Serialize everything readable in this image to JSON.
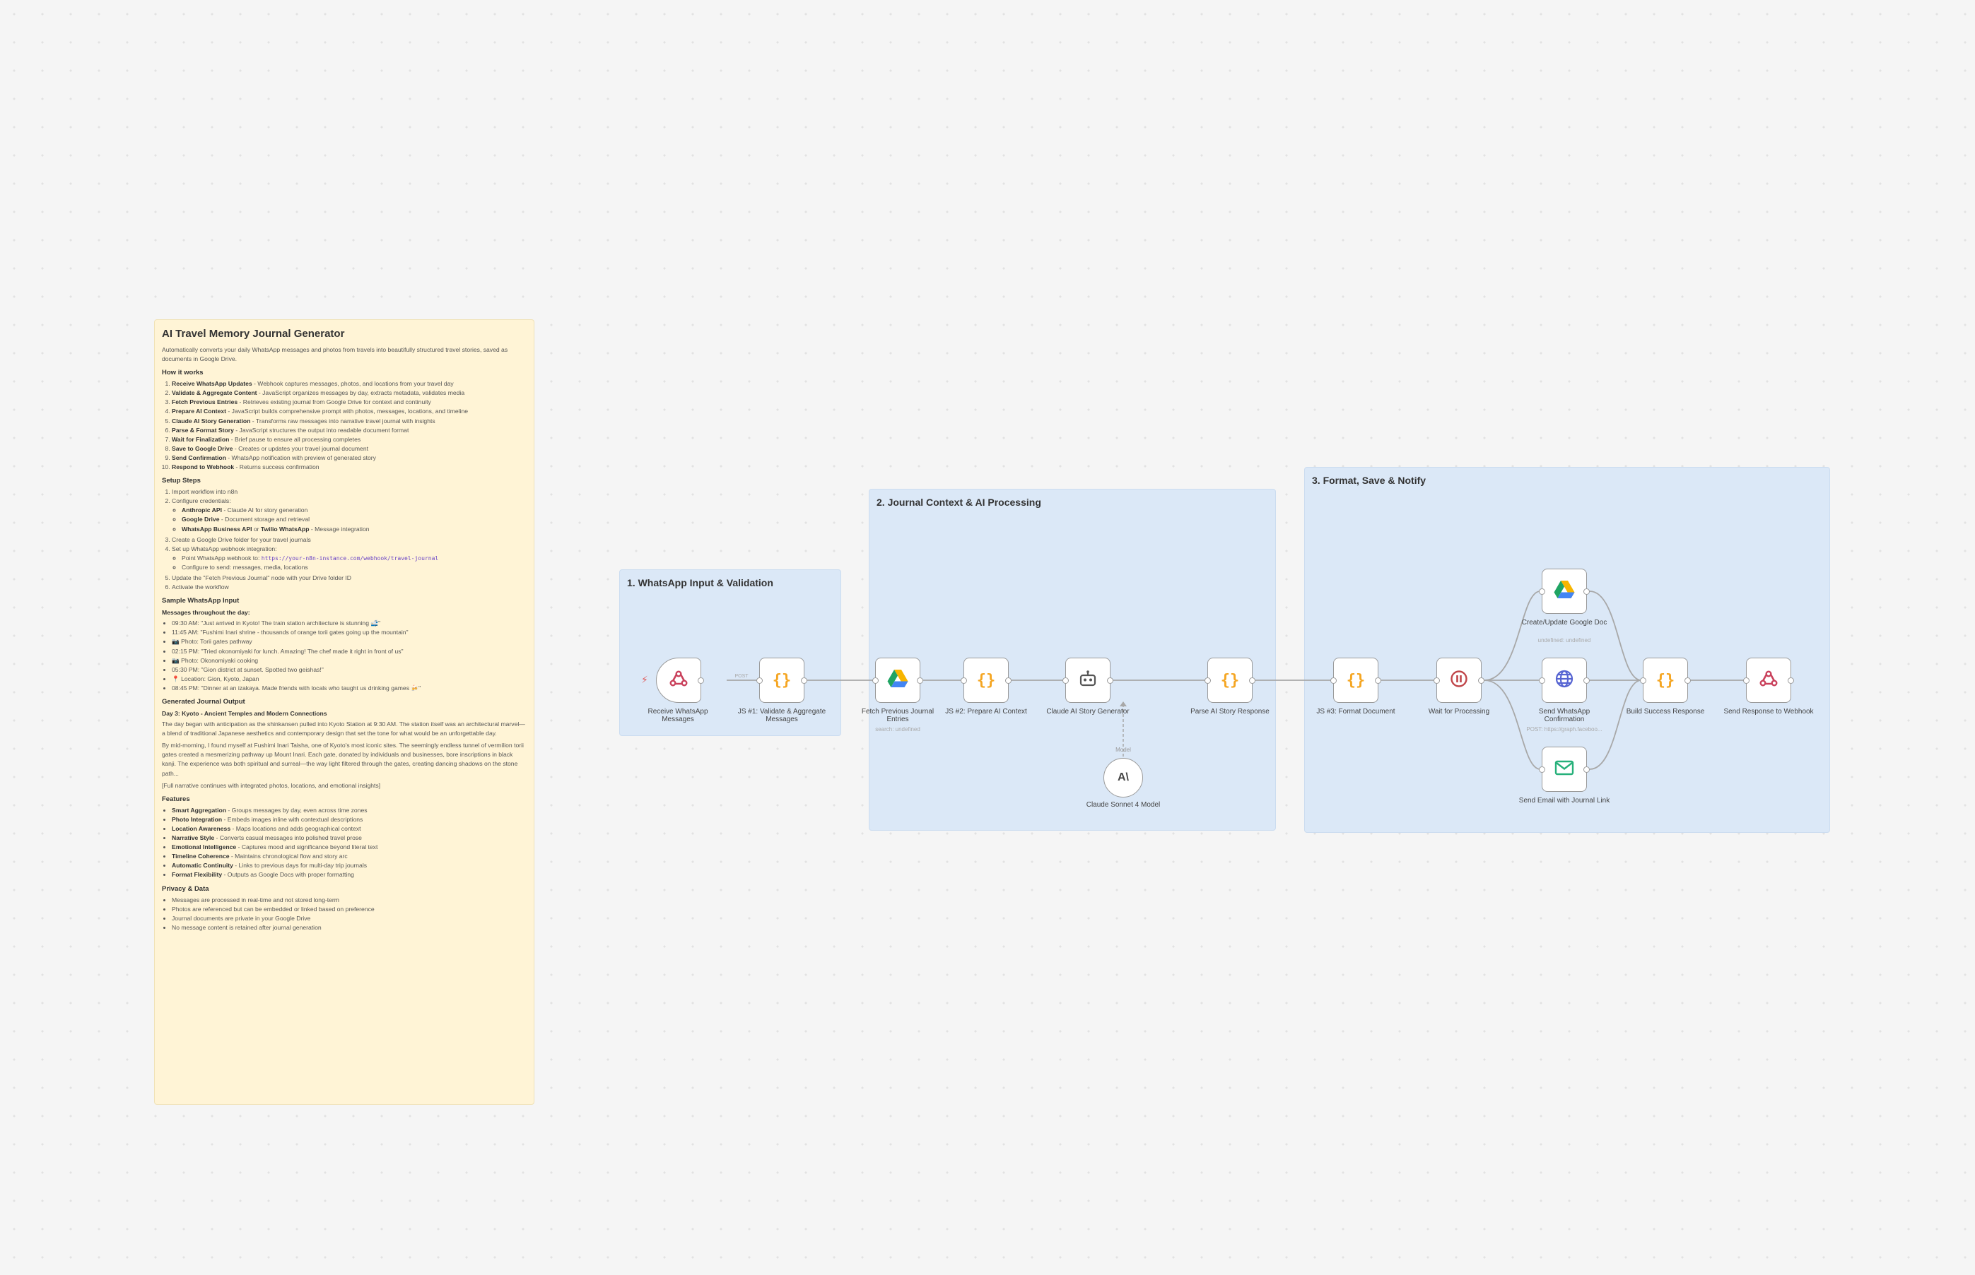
{
  "note": {
    "title": "AI Travel Memory Journal Generator",
    "intro": "Automatically converts your daily WhatsApp messages and photos from travels into beautifully structured travel stories, saved as documents in Google Drive.",
    "how_heading": "How it works",
    "how_items": [
      {
        "b": "Receive WhatsApp Updates",
        "t": " - Webhook captures messages, photos, and locations from your travel day"
      },
      {
        "b": "Validate & Aggregate Content",
        "t": " - JavaScript organizes messages by day, extracts metadata, validates media"
      },
      {
        "b": "Fetch Previous Entries",
        "t": " - Retrieves existing journal from Google Drive for context and continuity"
      },
      {
        "b": "Prepare AI Context",
        "t": " - JavaScript builds comprehensive prompt with photos, messages, locations, and timeline"
      },
      {
        "b": "Claude AI Story Generation",
        "t": " - Transforms raw messages into narrative travel journal with insights"
      },
      {
        "b": "Parse & Format Story",
        "t": " - JavaScript structures the output into readable document format"
      },
      {
        "b": "Wait for Finalization",
        "t": " - Brief pause to ensure all processing completes"
      },
      {
        "b": "Save to Google Drive",
        "t": " - Creates or updates your travel journal document"
      },
      {
        "b": "Send Confirmation",
        "t": " - WhatsApp notification with preview of generated story"
      },
      {
        "b": "Respond to Webhook",
        "t": " - Returns success confirmation"
      }
    ],
    "setup_heading": "Setup Steps",
    "setup_1": "Import workflow into n8n",
    "setup_2": "Configure credentials:",
    "cred_1_b": "Anthropic API",
    "cred_1_t": " - Claude AI for story generation",
    "cred_2_b": "Google Drive",
    "cred_2_t": " - Document storage and retrieval",
    "cred_3_b1": "WhatsApp Business API",
    "cred_3_or": " or ",
    "cred_3_b2": "Twilio WhatsApp",
    "cred_3_t": " - Message integration",
    "setup_3": "Create a Google Drive folder for your travel journals",
    "setup_4": "Set up WhatsApp webhook integration:",
    "webhook_prefix": "Point WhatsApp webhook to: ",
    "webhook_url": "https://your-n8n-instance.com/webhook/travel-journal",
    "webhook_send": "Configure to send: messages, media, locations",
    "setup_5": "Update the \"Fetch Previous Journal\" node with your Drive folder ID",
    "setup_6": "Activate the workflow",
    "sample_heading": "Sample WhatsApp Input",
    "sample_sub": "Messages throughout the day:",
    "sample_items": [
      "09:30 AM: \"Just arrived in Kyoto! The train station architecture is stunning 🚅\"",
      "11:45 AM: \"Fushimi Inari shrine - thousands of orange torii gates going up the mountain\"",
      "📷 Photo: Torii gates pathway",
      "02:15 PM: \"Tried okonomiyaki for lunch. Amazing! The chef made it right in front of us\"",
      "📷 Photo: Okonomiyaki cooking",
      "05:30 PM: \"Gion district at sunset. Spotted two geishas!\"",
      "📍 Location: Gion, Kyoto, Japan",
      "08:45 PM: \"Dinner at an izakaya. Made friends with locals who taught us drinking games 🍻\""
    ],
    "output_heading": "Generated Journal Output",
    "output_sub": "Day 3: Kyoto - Ancient Temples and Modern Connections",
    "output_p1": "The day began with anticipation as the shinkansen pulled into Kyoto Station at 9:30 AM. The station itself was an architectural marvel—a blend of traditional Japanese aesthetics and contemporary design that set the tone for what would be an unforgettable day.",
    "output_p2": "By mid-morning, I found myself at Fushimi Inari Taisha, one of Kyoto's most iconic sites. The seemingly endless tunnel of vermilion torii gates created a mesmerizing pathway up Mount Inari. Each gate, donated by individuals and businesses, bore inscriptions in black kanji. The experience was both spiritual and surreal—the way light filtered through the gates, creating dancing shadows on the stone path...",
    "output_p3": "[Full narrative continues with integrated photos, locations, and emotional insights]",
    "features_heading": "Features",
    "features_items": [
      {
        "b": "Smart Aggregation",
        "t": " - Groups messages by day, even across time zones"
      },
      {
        "b": "Photo Integration",
        "t": " - Embeds images inline with contextual descriptions"
      },
      {
        "b": "Location Awareness",
        "t": " - Maps locations and adds geographical context"
      },
      {
        "b": "Narrative Style",
        "t": " - Converts casual messages into polished travel prose"
      },
      {
        "b": "Emotional Intelligence",
        "t": " - Captures mood and significance beyond literal text"
      },
      {
        "b": "Timeline Coherence",
        "t": " - Maintains chronological flow and story arc"
      },
      {
        "b": "Automatic Continuity",
        "t": " - Links to previous days for multi-day trip journals"
      },
      {
        "b": "Format Flexibility",
        "t": " - Outputs as Google Docs with proper formatting"
      }
    ],
    "privacy_heading": "Privacy & Data",
    "privacy_items": [
      "Messages are processed in real-time and not stored long-term",
      "Photos are referenced but can be embedded or linked based on preference",
      "Journal documents are private in your Google Drive",
      "No message content is retained after journal generation"
    ]
  },
  "sections": {
    "s1": "1. WhatsApp Input & Validation",
    "s2": "2. Journal Context & AI Processing",
    "s3": "3. Format, Save & Notify"
  },
  "nodes": {
    "receive": "Receive WhatsApp Messages",
    "js1": "JS #1: Validate & Aggregate Messages",
    "fetch": "Fetch Previous Journal Entries",
    "fetch_sub": "search: undefined",
    "js2": "JS #2: Prepare AI Context",
    "claude": "Claude AI Story Generator",
    "model_label": "Model",
    "sonnet": "Claude Sonnet 4 Model",
    "parse": "Parse AI Story Response",
    "js3": "JS #3: Format Document",
    "wait": "Wait for Processing",
    "gdoc": "Create/Update Google Doc",
    "gdoc_sub": "undefined: undefined",
    "sendwa": "Send WhatsApp Confirmation",
    "sendwa_sub": "POST: https://graph.faceboo...",
    "email": "Send Email with Journal Link",
    "build": "Build Success Response",
    "respond": "Send Response to Webhook",
    "post_badge": "POST"
  },
  "colors": {
    "sticky": "#fff4d6",
    "section": "#dbe8f7",
    "code_orange": "#f5a623",
    "wait_red": "#c0464a",
    "email_green": "#26b07a",
    "webhook_red": "#c9405b",
    "globe_blue": "#5664d2"
  },
  "icons": {
    "webhook": "webhook-icon",
    "code": "code-braces-icon",
    "drive": "google-drive-icon",
    "robot": "robot-icon",
    "anthropic": "anthropic-icon",
    "pause": "pause-icon",
    "globe": "globe-icon",
    "mail": "envelope-icon"
  }
}
